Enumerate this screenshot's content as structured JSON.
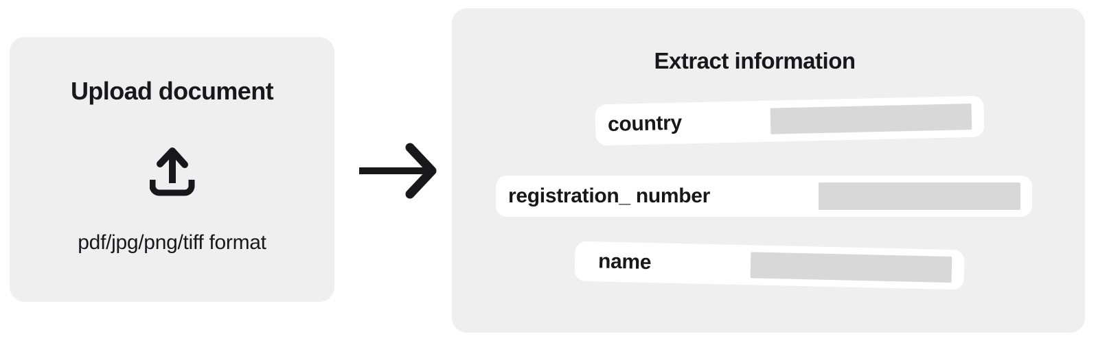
{
  "upload_panel": {
    "title": "Upload document",
    "formats": "pdf/jpg/png/tiff format"
  },
  "flow": {
    "icons": {
      "upload": "upload-icon",
      "arrow": "arrow-right-icon"
    }
  },
  "extract_panel": {
    "title": "Extract information",
    "fields": [
      {
        "label": "country"
      },
      {
        "label": "registration_ number"
      },
      {
        "label": "name"
      }
    ]
  },
  "colors": {
    "canvas_bg": "#ffffff",
    "panel_bg": "#efefef",
    "card_bg": "#ffffff",
    "bar_fill": "#d8d8d8",
    "ink": "#18181b"
  }
}
